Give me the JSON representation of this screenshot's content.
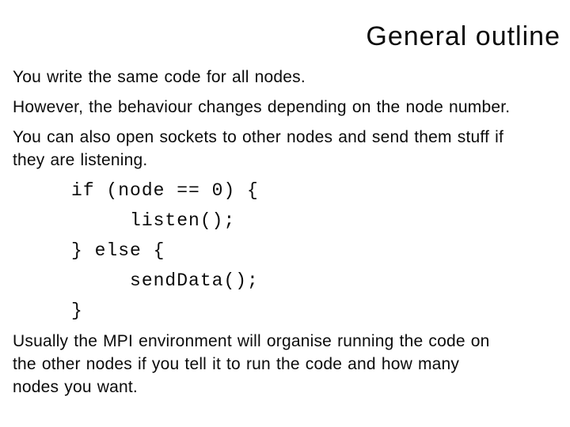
{
  "slide": {
    "title": "General outline",
    "colors": {
      "background": "#ffffff",
      "text": "#000000"
    },
    "paragraphs": [
      {
        "type": "text",
        "lines": [
          "You write the same code for all nodes."
        ]
      },
      {
        "type": "text",
        "lines": [
          "However, the behaviour changes depending on the node number."
        ]
      },
      {
        "type": "text",
        "lines": [
          "You can also open sockets to other nodes and send them stuff if",
          "they are listening."
        ]
      },
      {
        "type": "code",
        "lines": [
          "     if (node == 0) {",
          "          listen();",
          "     } else {",
          "          sendData();",
          "     }"
        ]
      },
      {
        "type": "text",
        "lines": [
          "Usually the MPI environment will organise running the code on",
          "the other nodes if you tell it to run the code and how many",
          "nodes you want."
        ]
      }
    ]
  }
}
